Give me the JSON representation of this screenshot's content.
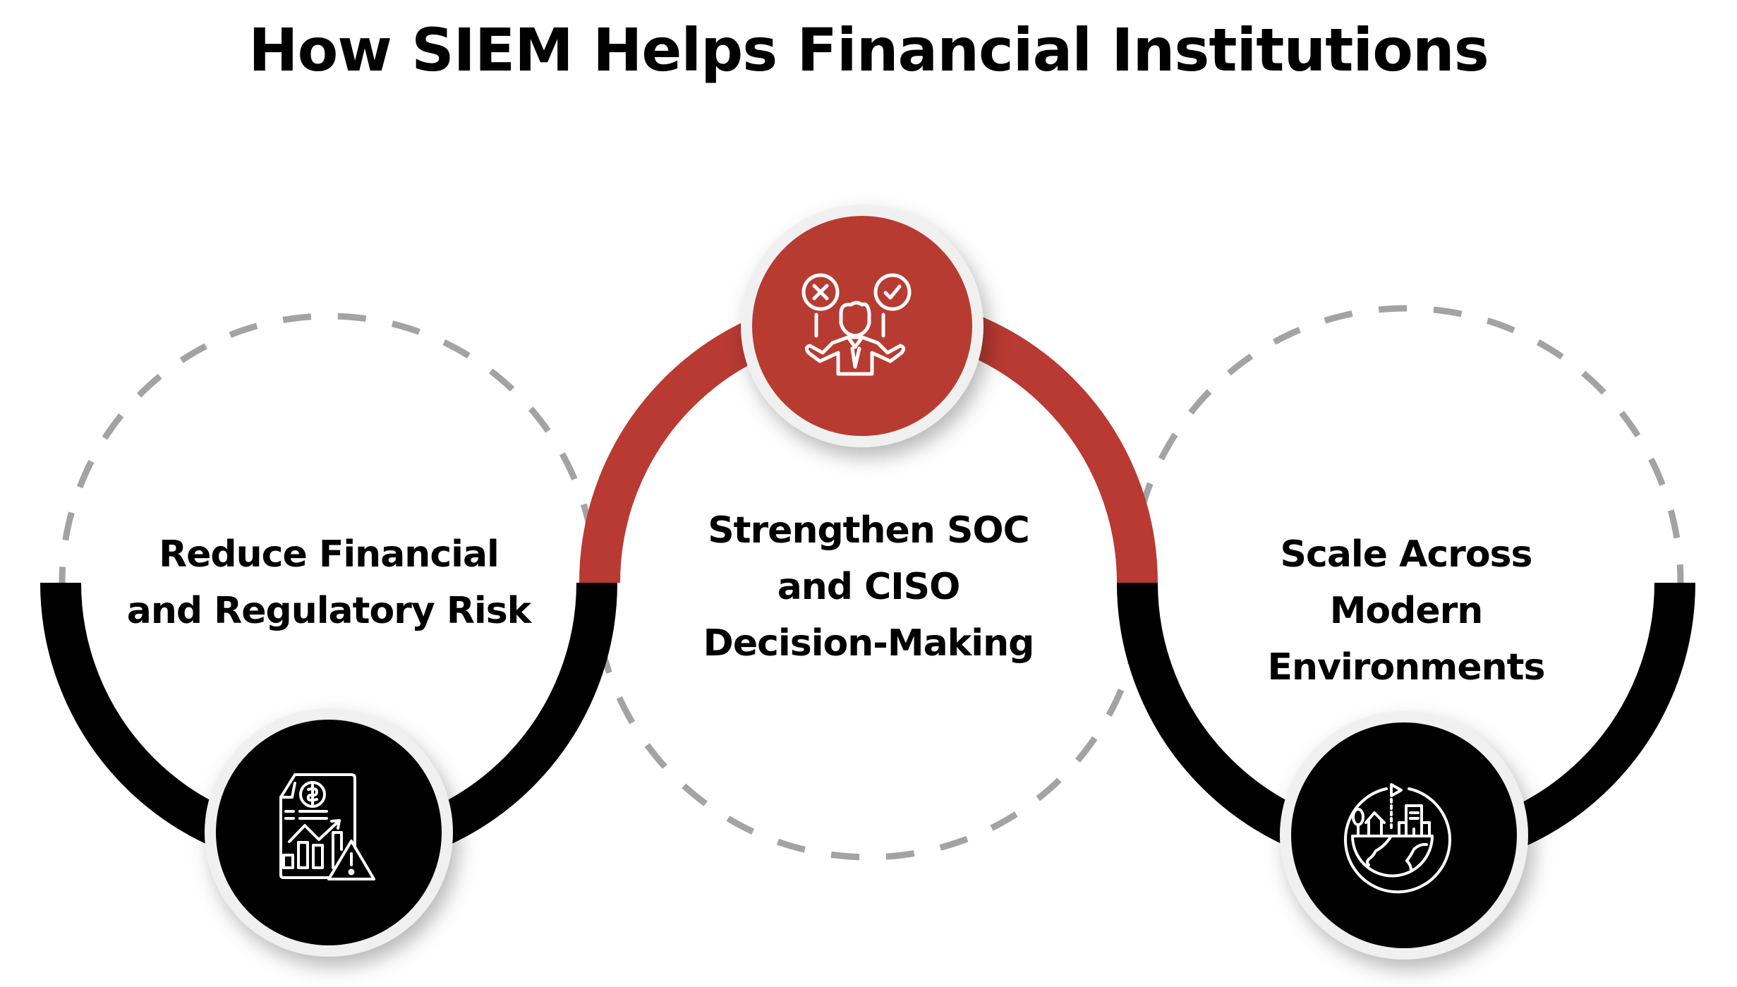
{
  "title": "How SIEM Helps Financial Institutions",
  "colors": {
    "accent_red": "#b83a32",
    "black": "#000000",
    "dashed_gray": "#a3a3a3",
    "ring_white": "#f2f2f2",
    "background": "#ffffff"
  },
  "steps": [
    {
      "position": "left",
      "lines": [
        "Reduce Financial",
        "and Regulatory Risk"
      ],
      "icon": "financial-report-warning-icon",
      "icon_circle_color": "#000000"
    },
    {
      "position": "center",
      "lines": [
        "Strengthen SOC",
        "and CISO",
        "Decision-Making"
      ],
      "icon": "decision-maker-icon",
      "icon_circle_color": "#b83a32"
    },
    {
      "position": "right",
      "lines": [
        "Scale Across",
        "Modern Environments"
      ],
      "icon": "global-environment-scale-icon",
      "icon_circle_color": "#000000"
    }
  ]
}
